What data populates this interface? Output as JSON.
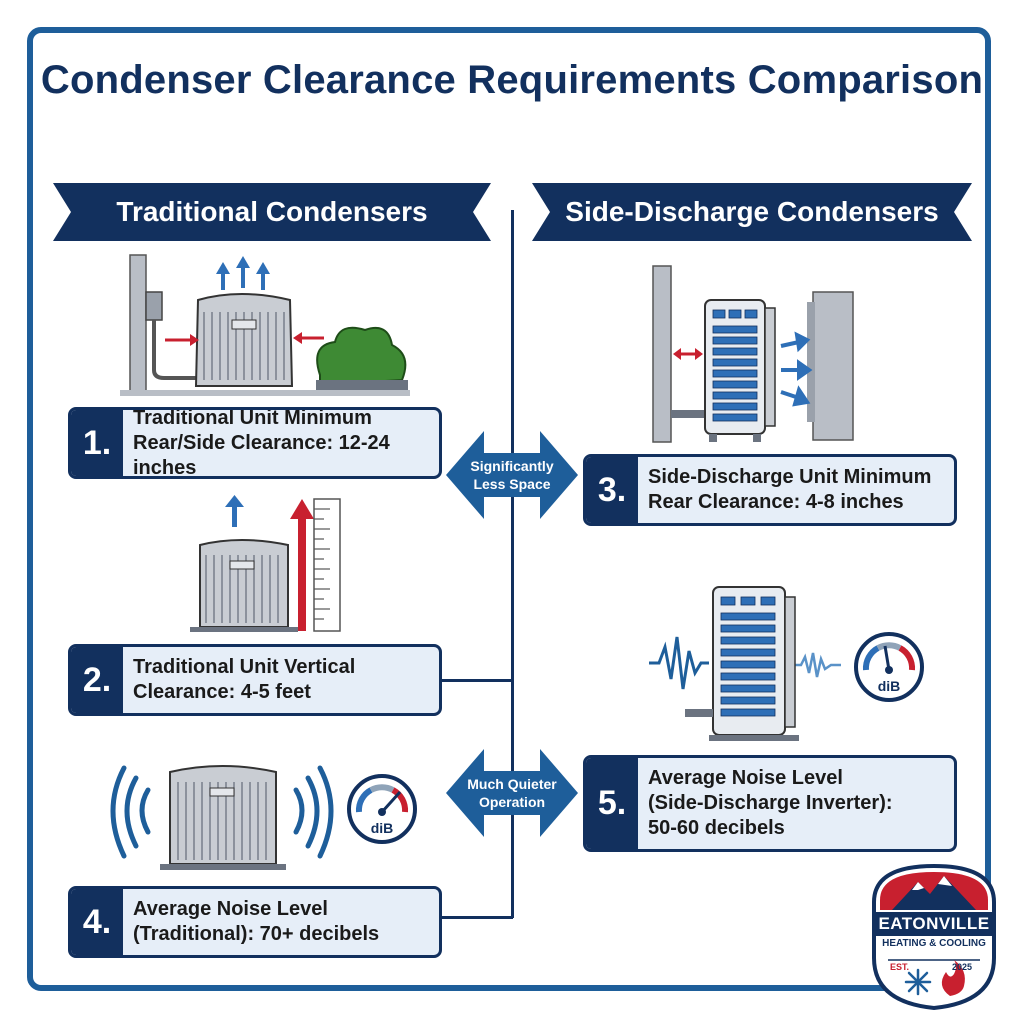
{
  "title": "Condenser Clearance Requirements Comparison",
  "columns": {
    "left": "Traditional Condensers",
    "right": "Side-Discharge Condensers"
  },
  "cards": [
    {
      "num": "1.",
      "text": "Traditional Unit Minimum\nRear/Side Clearance: 12-24 inches"
    },
    {
      "num": "2.",
      "text": "Traditional Unit Vertical\nClearance: 4-5 feet"
    },
    {
      "num": "3.",
      "text": "Side-Discharge Unit Minimum\nRear Clearance: 4-8 inches"
    },
    {
      "num": "4.",
      "text": "Average Noise Level\n(Traditional): 70+ decibels"
    },
    {
      "num": "5.",
      "text": "Average Noise Level\n(Side-Discharge Inverter):\n50-60 decibels"
    }
  ],
  "comparisons": [
    {
      "label": "Significantly\nLess Space"
    },
    {
      "label": "Much Quieter\nOperation"
    }
  ],
  "gauge_unit": "diB",
  "logo": {
    "name": "EATONVILLE",
    "tagline": "HEATING & COOLING",
    "est": "EST.",
    "year": "2025"
  },
  "colors": {
    "navy": "#12305e",
    "blue": "#1e5e9a",
    "arrow_blue": "#2e6fb7",
    "red": "#c8202f",
    "card_bg": "#e6eef8"
  }
}
